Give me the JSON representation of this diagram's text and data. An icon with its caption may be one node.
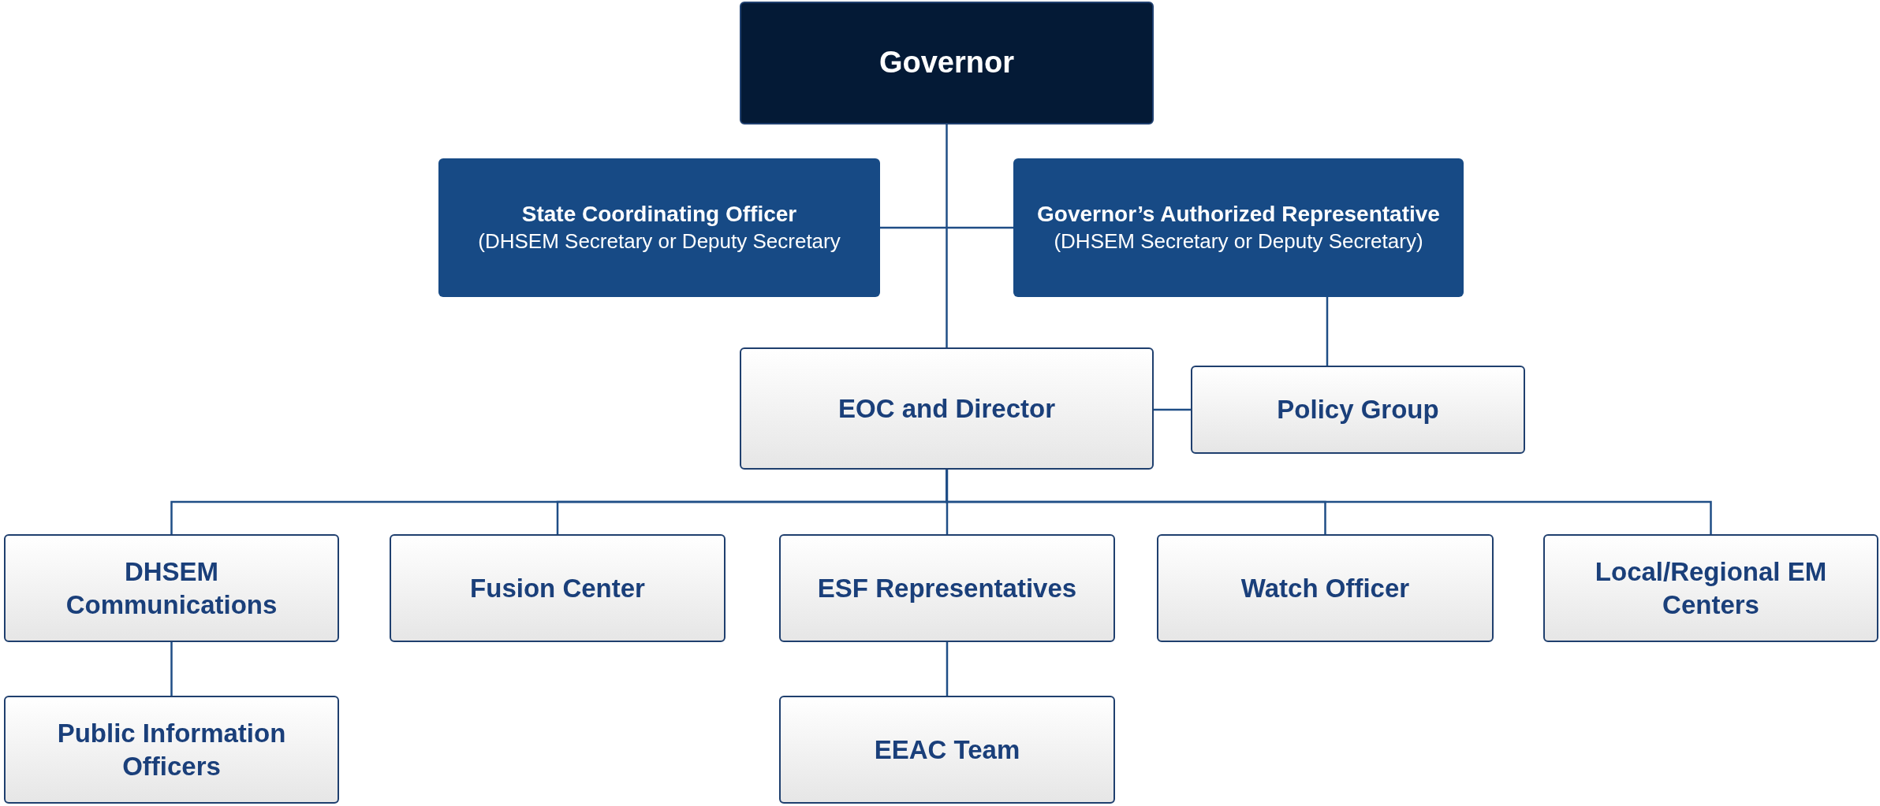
{
  "diagram": {
    "nodes": [
      {
        "text": [
          "Governor"
        ]
      },
      {
        "text": [
          "State Coordinating Officer",
          "(DHSEM Secretary or Deputy Secretary"
        ]
      },
      {
        "text": [
          "Governor’s Authorized Representative",
          "(DHSEM Secretary or Deputy Secretary)"
        ]
      },
      {
        "text": [
          "EOC and Director"
        ]
      },
      {
        "text": [
          "Policy Group"
        ]
      },
      {
        "text": [
          "DHSEM Communications"
        ]
      },
      {
        "text": [
          "Fusion Center"
        ]
      },
      {
        "text": [
          "ESF Representatives"
        ]
      },
      {
        "text": [
          "Watch Officer"
        ]
      },
      {
        "text": [
          "Local/Regional EM Centers"
        ]
      },
      {
        "text": [
          "Public Information Officers"
        ]
      },
      {
        "text": [
          "EEAC Team"
        ]
      }
    ],
    "edges": [
      {
        "from": 0,
        "to": 3,
        "arrow": "none"
      },
      {
        "from": 1,
        "to": 2,
        "arrow": "none"
      },
      {
        "from": 2,
        "to": 4,
        "arrow": "none"
      },
      {
        "from": 3,
        "to": 4,
        "arrow": "none"
      },
      {
        "from": 3,
        "to": 5,
        "arrow": "none"
      },
      {
        "from": 3,
        "to": 6,
        "arrow": "none"
      },
      {
        "from": 3,
        "to": 7,
        "arrow": "none"
      },
      {
        "from": 3,
        "to": 8,
        "arrow": "none"
      },
      {
        "from": 3,
        "to": 9,
        "arrow": "none"
      },
      {
        "from": 5,
        "to": 10,
        "arrow": "none"
      },
      {
        "from": 7,
        "to": 11,
        "arrow": "none"
      }
    ]
  }
}
